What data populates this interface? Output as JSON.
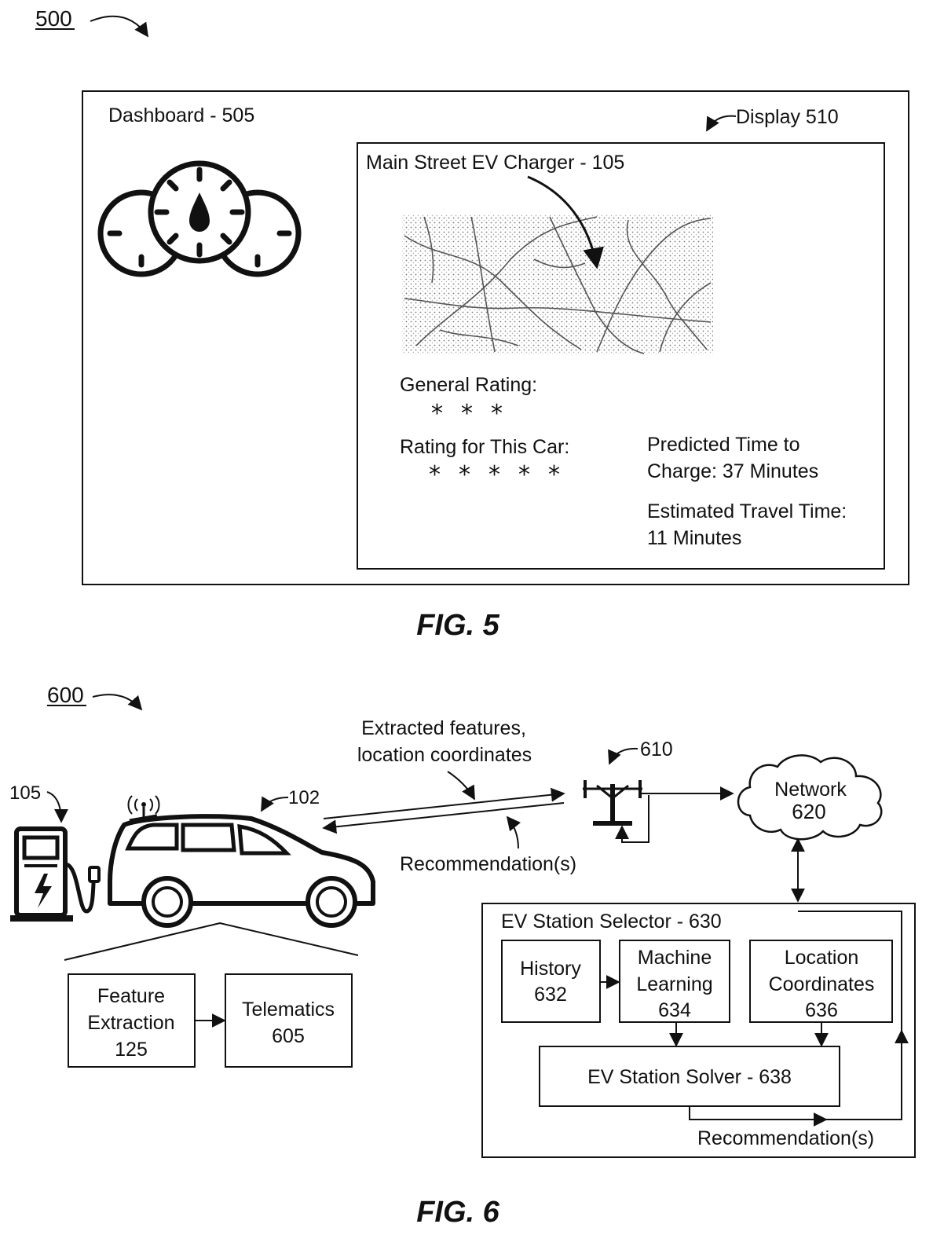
{
  "fig5": {
    "ref_number": "500",
    "dashboard_label": "Dashboard - 505",
    "display_label": "Display 510",
    "charger_title": "Main Street EV Charger - 105",
    "general_rating_label": "General Rating:",
    "general_rating_stars": 3,
    "car_rating_label": "Rating for This Car:",
    "car_rating_stars": 5,
    "predicted_line1": "Predicted Time to",
    "predicted_line2": "Charge: 37 Minutes",
    "travel_line1": "Estimated Travel Time:",
    "travel_line2": "11 Minutes",
    "caption": "FIG. 5",
    "icons": [
      "dashboard-gauges-icon",
      "fuel-drop-icon",
      "map-image"
    ]
  },
  "fig6": {
    "ref_number": "600",
    "charger_ref": "105",
    "vehicle_ref": "102",
    "tower_ref": "610",
    "extracted_line1": "Extracted features,",
    "extracted_line2": "location coordinates",
    "recommendation_top": "Recommendation(s)",
    "network_label": "Network",
    "network_ref": "620",
    "feature_extraction": [
      "Feature",
      "Extraction",
      "125"
    ],
    "telematics": [
      "Telematics",
      "605"
    ],
    "selector_label": "EV Station Selector - 630",
    "history": [
      "History",
      "632"
    ],
    "machine_learning": [
      "Machine",
      "Learning",
      "634"
    ],
    "location_coordinates": [
      "Location",
      "Coordinates",
      "636"
    ],
    "solver_label": "EV Station Solver - 638",
    "recommendation_bottom": "Recommendation(s)",
    "caption": "FIG. 6",
    "icons": [
      "charging-station-icon",
      "car-icon",
      "antenna-icon",
      "cell-tower-icon",
      "cloud-icon"
    ]
  }
}
